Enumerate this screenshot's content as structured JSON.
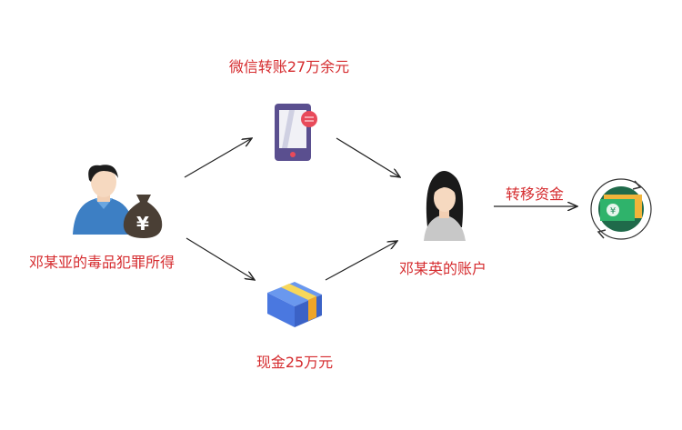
{
  "labels": {
    "wechat": "微信转账27万余元",
    "source": "邓某亚的毒品犯罪所得",
    "account": "邓某英的账户",
    "transfer": "转移资金",
    "cash": "现金25万元"
  },
  "icons": {
    "yuan": "¥"
  },
  "colors": {
    "label": "#d52b2e",
    "phone": "#5a4f8f",
    "cash_blue": "#4a78e0",
    "cash_yellow": "#f5c23a",
    "money_green": "#1f8a5a"
  }
}
